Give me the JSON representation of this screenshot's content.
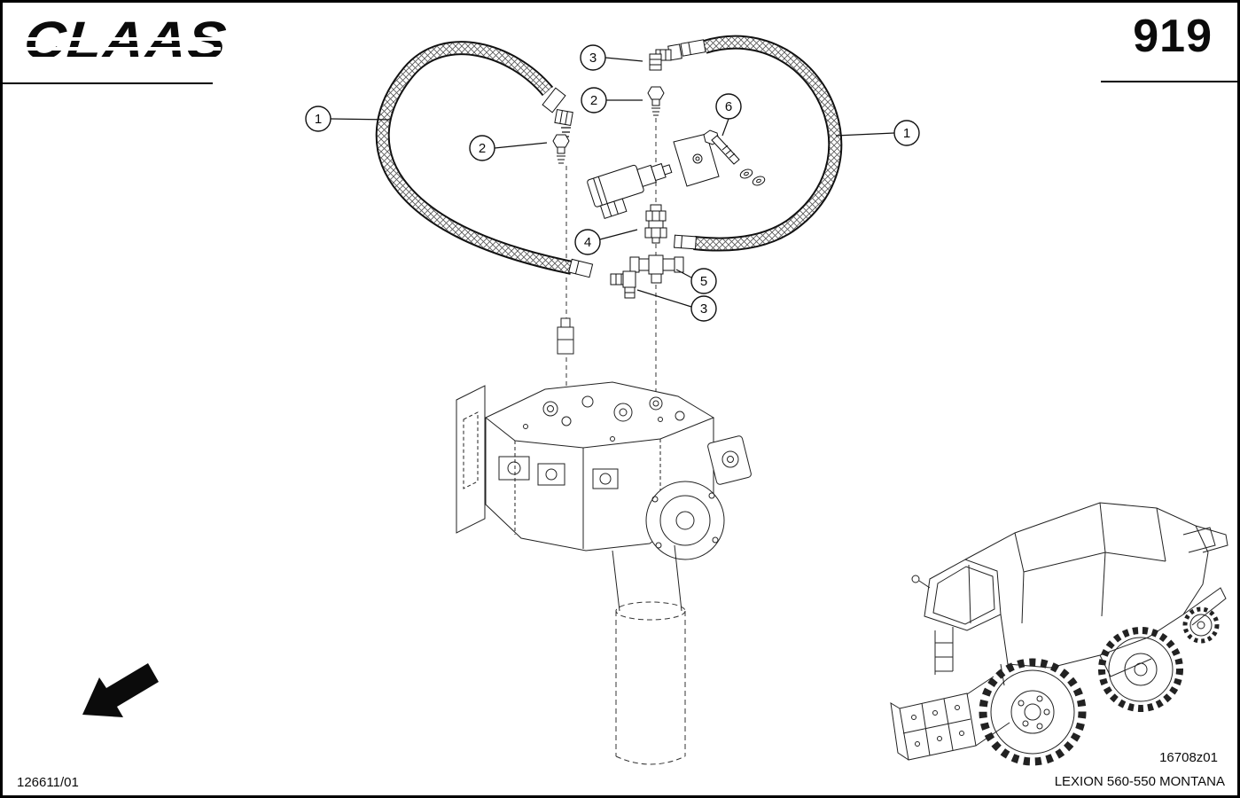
{
  "page": {
    "brand": "CLAAS",
    "page_number": "919",
    "doc_code": "126611/01",
    "figure_code": "16708z01",
    "model": "LEXION 560-550 MONTANA"
  },
  "callouts": [
    {
      "id": "callout-3-top",
      "label": "3"
    },
    {
      "id": "callout-2-top",
      "label": "2"
    },
    {
      "id": "callout-6",
      "label": "6"
    },
    {
      "id": "callout-1-left",
      "label": "1"
    },
    {
      "id": "callout-2-left",
      "label": "2"
    },
    {
      "id": "callout-1-right",
      "label": "1"
    },
    {
      "id": "callout-4",
      "label": "4"
    },
    {
      "id": "callout-5",
      "label": "5"
    },
    {
      "id": "callout-3-bottom",
      "label": "3"
    }
  ],
  "colors": {
    "line": "#1a1a1a",
    "paper": "#ffffff"
  }
}
